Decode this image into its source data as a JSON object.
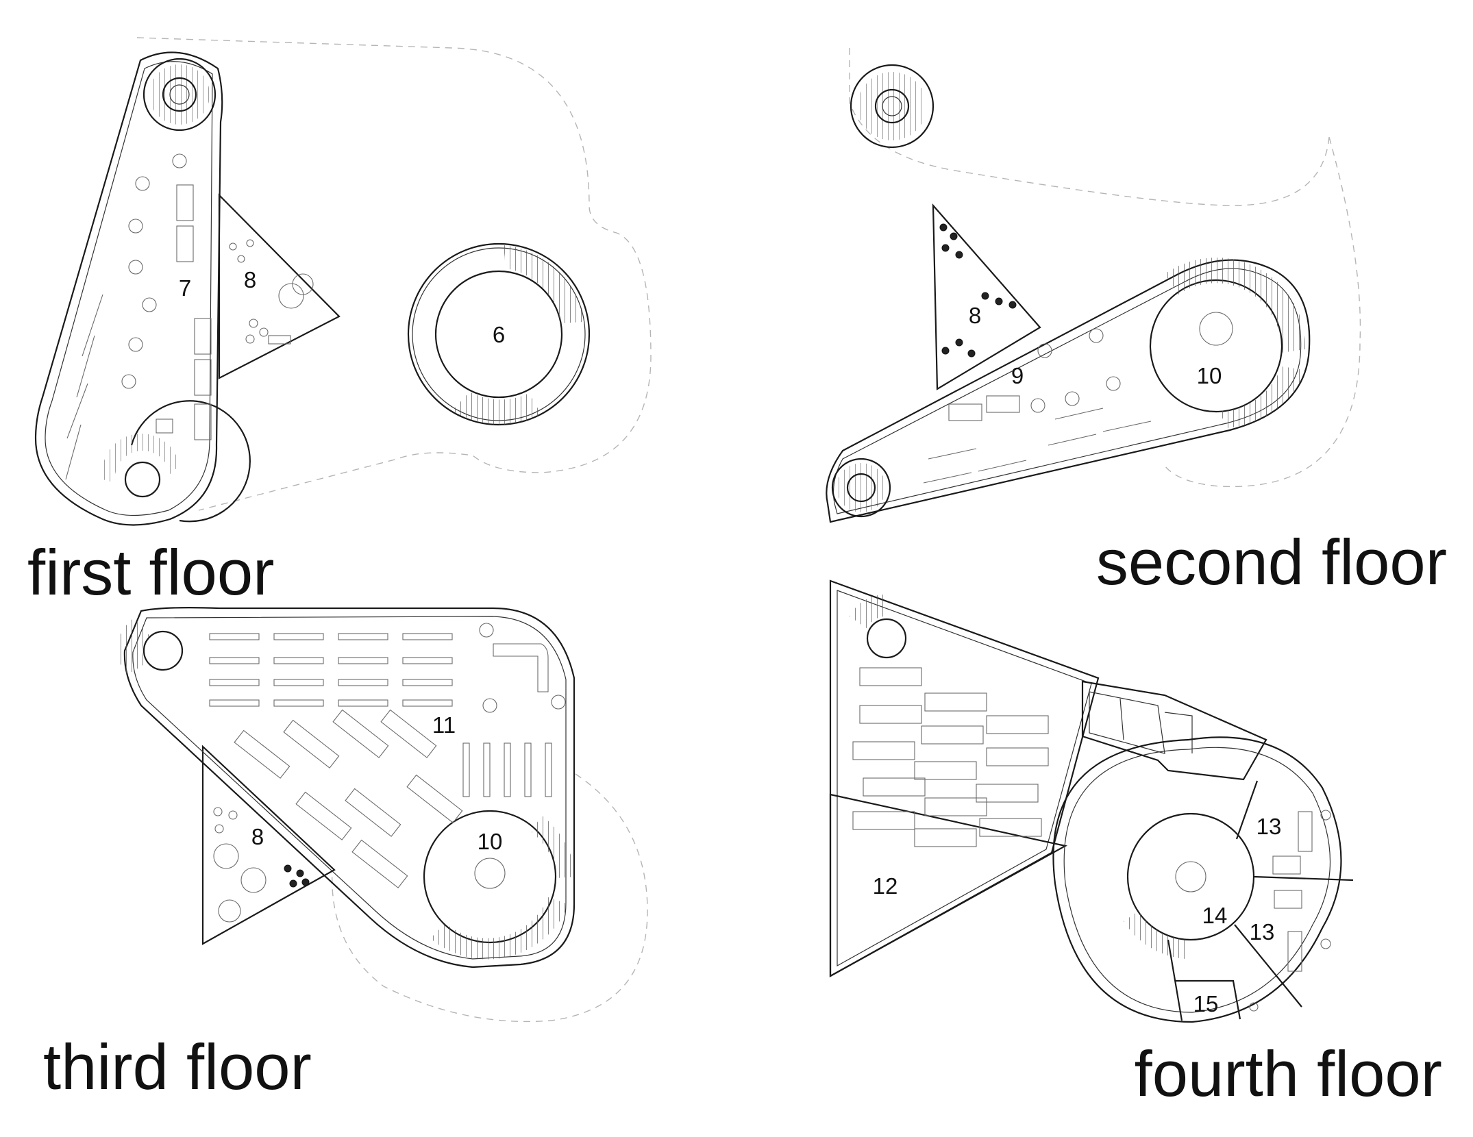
{
  "floors": {
    "first": {
      "title": "first floor",
      "rooms": [
        "7",
        "8",
        "6"
      ]
    },
    "second": {
      "title": "second floor",
      "rooms": [
        "8",
        "9",
        "10"
      ]
    },
    "third": {
      "title": "third floor",
      "rooms": [
        "11",
        "8",
        "10"
      ]
    },
    "fourth": {
      "title": "fourth floor",
      "rooms": [
        "12",
        "13",
        "14",
        "13",
        "15"
      ]
    }
  }
}
